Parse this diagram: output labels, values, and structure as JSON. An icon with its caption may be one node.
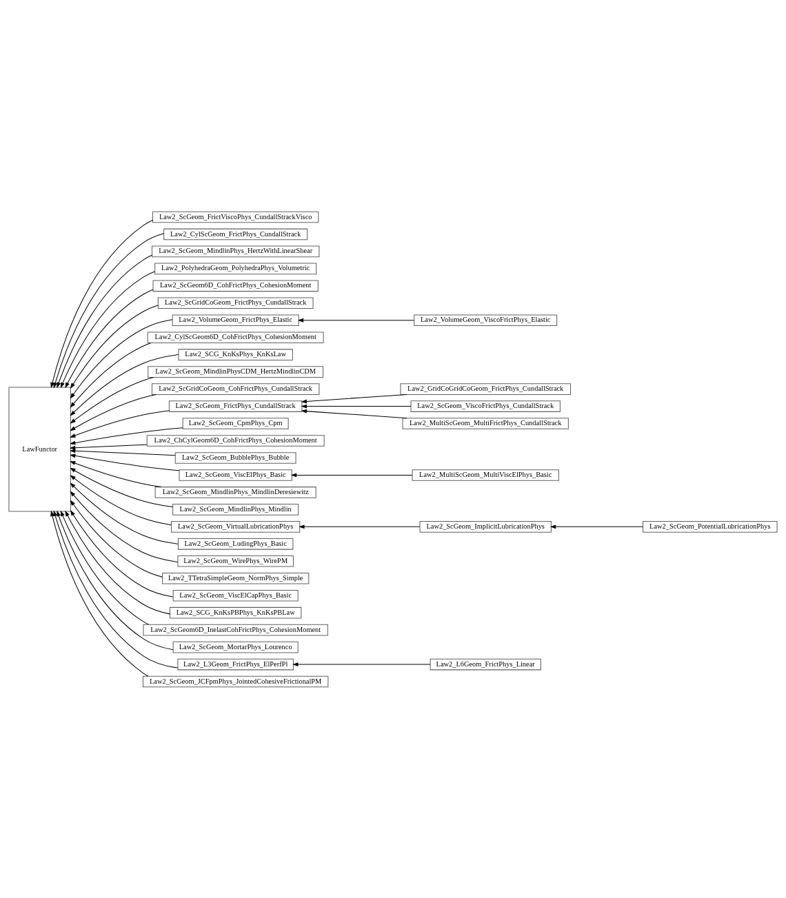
{
  "diagram": {
    "nodes": [
      {
        "text": [
          "LawFunctor"
        ]
      },
      {
        "text": [
          "Law2_ScGeom_FrictViscoPhys_CundallStrackVisco"
        ]
      },
      {
        "text": [
          "Law2_CylScGeom_FrictPhys_CundallStrack"
        ]
      },
      {
        "text": [
          "Law2_ScGeom_MindlinPhys_HertzWithLinearShear"
        ]
      },
      {
        "text": [
          "Law2_PolyhedraGeom_PolyhedraPhys_Volumetric"
        ]
      },
      {
        "text": [
          "Law2_ScGeom6D_CohFrictPhys_CohesionMoment"
        ]
      },
      {
        "text": [
          "Law2_ScGridCoGeom_FrictPhys_CundallStrack"
        ]
      },
      {
        "text": [
          "Law2_VolumeGeom_FrictPhys_Elastic"
        ]
      },
      {
        "text": [
          "Law2_VolumeGeom_ViscoFrictPhys_Elastic"
        ]
      },
      {
        "text": [
          "Law2_CylScGeom6D_CohFrictPhys_CohesionMoment"
        ]
      },
      {
        "text": [
          "Law2_SCG_KnKsPhys_KnKsLaw"
        ]
      },
      {
        "text": [
          "Law2_ScGeom_MindlinPhysCDM_HertzMindlinCDM"
        ]
      },
      {
        "text": [
          "Law2_ScGridCoGeom_CohFrictPhys_CundallStrack"
        ]
      },
      {
        "text": [
          "Law2_GridCoGridCoGeom_FrictPhys_CundallStrack"
        ]
      },
      {
        "text": [
          "Law2_ScGeom_FrictPhys_CundallStrack"
        ]
      },
      {
        "text": [
          "Law2_ScGeom_ViscoFrictPhys_CundallStrack"
        ]
      },
      {
        "text": [
          "Law2_MultiScGeom_MultiFrictPhys_CundallStrack"
        ]
      },
      {
        "text": [
          "Law2_ScGeom_CpmPhys_Cpm"
        ]
      },
      {
        "text": [
          "Law2_ChCylGeom6D_CohFrictPhys_CohesionMoment"
        ]
      },
      {
        "text": [
          "Law2_ScGeom_BubblePhys_Bubble"
        ]
      },
      {
        "text": [
          "Law2_ScGeom_ViscElPhys_Basic"
        ]
      },
      {
        "text": [
          "Law2_MultiScGeom_MultiViscElPhys_Basic"
        ]
      },
      {
        "text": [
          "Law2_ScGeom_MindlinPhys_MindlinDeresiewitz"
        ]
      },
      {
        "text": [
          "Law2_ScGeom_MindlinPhys_Mindlin"
        ]
      },
      {
        "text": [
          "Law2_ScGeom_VirtualLubricationPhys"
        ]
      },
      {
        "text": [
          "Law2_ScGeom_ImplicitLubricationPhys"
        ]
      },
      {
        "text": [
          "Law2_ScGeom_PotentialLubricationPhys"
        ]
      },
      {
        "text": [
          "Law2_ScGeom_LudingPhys_Basic"
        ]
      },
      {
        "text": [
          "Law2_ScGeom_WirePhys_WirePM"
        ]
      },
      {
        "text": [
          "Law2_TTetraSimpleGeom_NormPhys_Simple"
        ]
      },
      {
        "text": [
          "Law2_ScGeom_ViscElCapPhys_Basic"
        ]
      },
      {
        "text": [
          "Law2_SCG_KnKsPBPhys_KnKsPBLaw"
        ]
      },
      {
        "text": [
          "Law2_ScGeom6D_InelastCohFrictPhys_CohesionMoment"
        ]
      },
      {
        "text": [
          "Law2_ScGeom_MortarPhys_Lourenco"
        ]
      },
      {
        "text": [
          "Law2_L3Geom_FrictPhys_ElPerfPl"
        ]
      },
      {
        "text": [
          "Law2_L6Geom_FrictPhys_Linear"
        ]
      },
      {
        "text": [
          "Law2_ScGeom_JCFpmPhys_JointedCohesiveFrictionalPM"
        ]
      }
    ],
    "edges": [
      {
        "from": 1,
        "to": 0,
        "arrow": "to"
      },
      {
        "from": 2,
        "to": 0,
        "arrow": "to"
      },
      {
        "from": 3,
        "to": 0,
        "arrow": "to"
      },
      {
        "from": 4,
        "to": 0,
        "arrow": "to"
      },
      {
        "from": 5,
        "to": 0,
        "arrow": "to"
      },
      {
        "from": 6,
        "to": 0,
        "arrow": "to"
      },
      {
        "from": 7,
        "to": 0,
        "arrow": "to"
      },
      {
        "from": 8,
        "to": 7,
        "arrow": "to"
      },
      {
        "from": 9,
        "to": 0,
        "arrow": "to"
      },
      {
        "from": 10,
        "to": 0,
        "arrow": "to"
      },
      {
        "from": 11,
        "to": 0,
        "arrow": "to"
      },
      {
        "from": 12,
        "to": 0,
        "arrow": "to"
      },
      {
        "from": 13,
        "to": 14,
        "arrow": "to"
      },
      {
        "from": 14,
        "to": 0,
        "arrow": "to"
      },
      {
        "from": 15,
        "to": 14,
        "arrow": "to"
      },
      {
        "from": 16,
        "to": 14,
        "arrow": "to"
      },
      {
        "from": 17,
        "to": 0,
        "arrow": "to"
      },
      {
        "from": 18,
        "to": 0,
        "arrow": "to"
      },
      {
        "from": 19,
        "to": 0,
        "arrow": "to"
      },
      {
        "from": 20,
        "to": 0,
        "arrow": "to"
      },
      {
        "from": 21,
        "to": 20,
        "arrow": "to"
      },
      {
        "from": 22,
        "to": 0,
        "arrow": "to"
      },
      {
        "from": 23,
        "to": 0,
        "arrow": "to"
      },
      {
        "from": 24,
        "to": 0,
        "arrow": "to"
      },
      {
        "from": 25,
        "to": 24,
        "arrow": "to"
      },
      {
        "from": 26,
        "to": 25,
        "arrow": "to"
      },
      {
        "from": 27,
        "to": 0,
        "arrow": "to"
      },
      {
        "from": 28,
        "to": 0,
        "arrow": "to"
      },
      {
        "from": 29,
        "to": 0,
        "arrow": "to"
      },
      {
        "from": 30,
        "to": 0,
        "arrow": "to"
      },
      {
        "from": 31,
        "to": 0,
        "arrow": "to"
      },
      {
        "from": 32,
        "to": 0,
        "arrow": "to"
      },
      {
        "from": 33,
        "to": 0,
        "arrow": "to"
      },
      {
        "from": 34,
        "to": 0,
        "arrow": "to"
      },
      {
        "from": 35,
        "to": 34,
        "arrow": "to"
      },
      {
        "from": 36,
        "to": 0,
        "arrow": "to"
      }
    ]
  }
}
